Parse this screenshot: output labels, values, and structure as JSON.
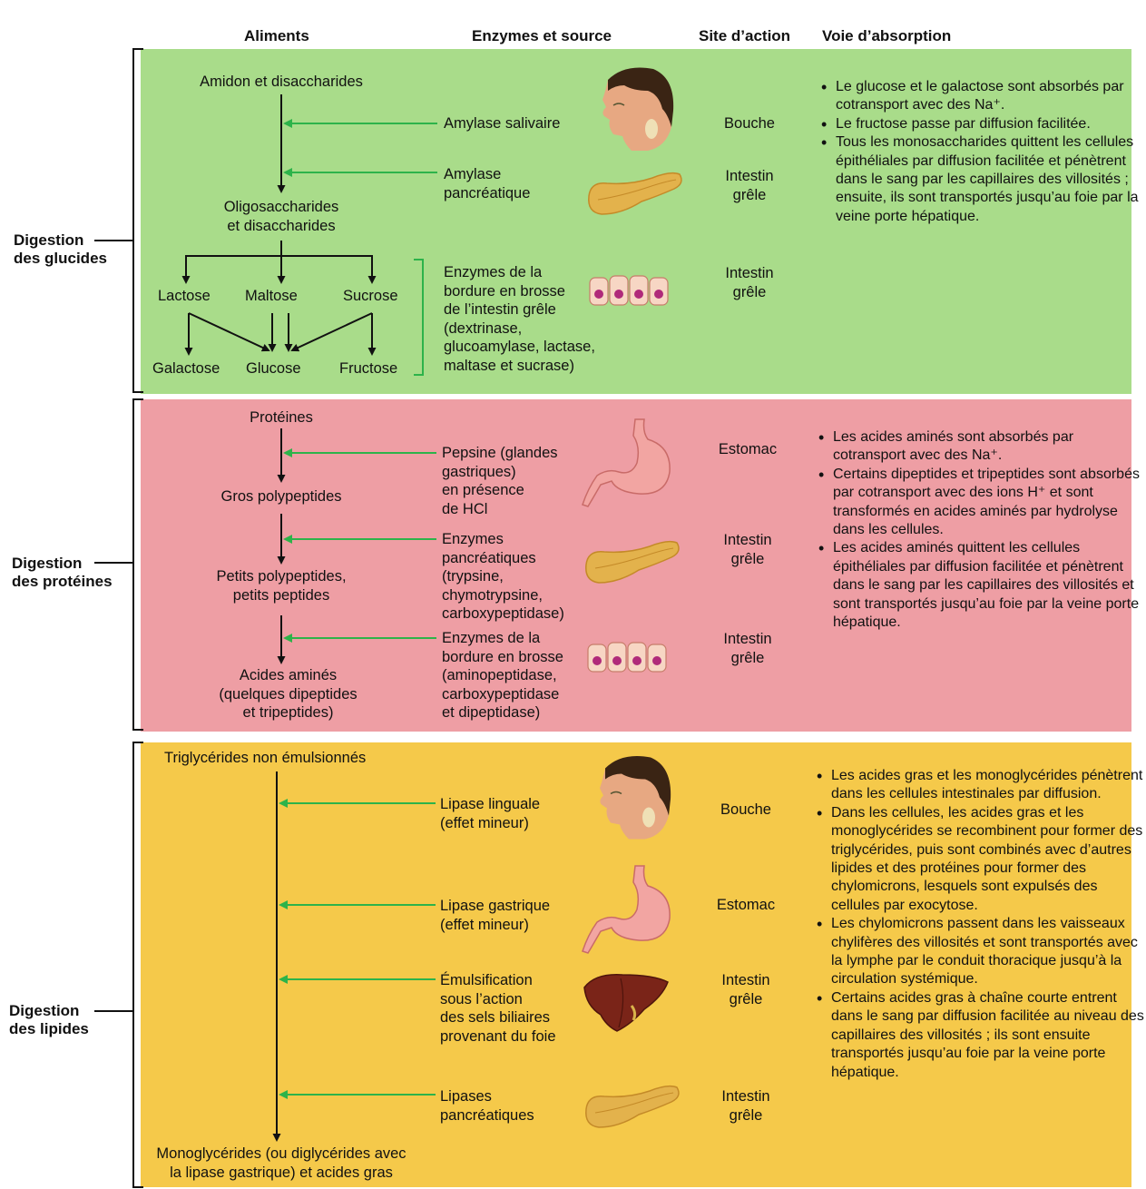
{
  "headers": {
    "aliments": "Aliments",
    "enzymes": "Enzymes et source",
    "site": "Site d’action",
    "voie": "Voie d’absorption"
  },
  "colors": {
    "glucides_bg": "#a9dc8a",
    "proteines_bg": "#ee9ea4",
    "lipides_bg": "#f5c94a",
    "arrow_green": "#2db34a"
  },
  "glucides": {
    "label": [
      "Digestion",
      "des glucides"
    ],
    "foods": {
      "amidon": "Amidon et disaccharides",
      "oligo": [
        "Oligosaccharides",
        "et disaccharides"
      ],
      "lactose": "Lactose",
      "maltose": "Maltose",
      "sucrose": "Sucrose",
      "galactose": "Galactose",
      "glucose": "Glucose",
      "fructose": "Fructose"
    },
    "enzymes": {
      "amylase_salivaire": "Amylase salivaire",
      "amylase_pancreatique": [
        "Amylase",
        "pancréatique"
      ],
      "bordure": [
        "Enzymes de la",
        "bordure en brosse",
        "de l’intestin grêle",
        "(dextrinase,",
        "glucoamylase, lactase,",
        "maltase et sucrase)"
      ]
    },
    "sites": {
      "bouche": "Bouche",
      "intestin1": [
        "Intestin",
        "grêle"
      ],
      "intestin2": [
        "Intestin",
        "grêle"
      ]
    },
    "icons": [
      "head-icon",
      "pancreas-icon",
      "brush-border-cells-icon"
    ],
    "absorption": [
      "Le glucose et le galactose sont absorbés par cotransport avec des Na⁺.",
      "Le fructose passe par diffusion facilitée.",
      "Tous les monosaccharides quittent les cellules épithéliales par diffusion facilitée et pénètrent dans le sang par les capillaires des villosités ; ensuite, ils sont transportés jusqu’au foie par la veine porte hépatique."
    ]
  },
  "proteines": {
    "label": [
      "Digestion",
      "des protéines"
    ],
    "foods": {
      "proteines": "Protéines",
      "gros": "Gros polypeptides",
      "petits": [
        "Petits polypeptides,",
        "petits peptides"
      ],
      "acides": [
        "Acides aminés",
        "(quelques dipeptides",
        "et tripeptides)"
      ]
    },
    "enzymes": {
      "pepsine": [
        "Pepsine (glandes",
        "gastriques)",
        "en présence",
        "de HCl"
      ],
      "pancreatiques": [
        "Enzymes",
        "pancréatiques",
        "(trypsine,",
        "chymotrypsine,",
        "carboxypeptidase)"
      ],
      "bordure": [
        "Enzymes de la",
        "bordure en brosse",
        "(aminopeptidase,",
        "carboxypeptidase",
        "et dipeptidase)"
      ]
    },
    "sites": {
      "estomac": "Estomac",
      "intestin1": [
        "Intestin",
        "grêle"
      ],
      "intestin2": [
        "Intestin",
        "grêle"
      ]
    },
    "icons": [
      "stomach-icon",
      "pancreas-icon",
      "brush-border-cells-icon"
    ],
    "absorption": [
      "Les acides aminés sont absorbés par cotransport avec des Na⁺.",
      "Certains dipeptides et tripeptides sont absorbés par cotransport avec des ions H⁺ et sont transformés en acides aminés par hydrolyse dans les cellules.",
      "Les acides aminés quittent les cellules épithéliales par diffusion facilitée et pénètrent dans le sang par les capillaires des villosités et sont transportés jusqu’au foie par la veine porte hépatique."
    ]
  },
  "lipides": {
    "label": [
      "Digestion",
      "des lipides"
    ],
    "foods": {
      "triglycerides": "Triglycérides non émulsionnés",
      "mono": [
        "Monoglycérides (ou diglycérides avec",
        "la lipase gastrique) et acides gras"
      ]
    },
    "enzymes": {
      "linguale": [
        "Lipase linguale",
        "(effet mineur)"
      ],
      "gastrique": [
        "Lipase gastrique",
        "(effet mineur)"
      ],
      "emulsification": [
        "Émulsification",
        "sous l’action",
        "des sels biliaires",
        "provenant du foie"
      ],
      "pancreatiques": [
        "Lipases",
        "pancréatiques"
      ]
    },
    "sites": {
      "bouche": "Bouche",
      "estomac": "Estomac",
      "intestin1": [
        "Intestin",
        "grêle"
      ],
      "intestin2": [
        "Intestin",
        "grêle"
      ]
    },
    "icons": [
      "head-icon",
      "stomach-icon",
      "liver-icon",
      "pancreas-icon"
    ],
    "absorption": [
      "Les acides gras et les monoglycérides pénètrent dans les cellules intestinales par diffusion.",
      "Dans les cellules, les acides gras et les monoglycérides se recombinent pour former des triglycérides, puis sont combinés avec d’autres lipides et des protéines pour former des chylomicrons, lesquels sont expulsés des cellules par exocytose.",
      "Les chylomicrons passent dans les vaisseaux chylifères des villosités et sont transportés avec la lymphe par le conduit thoracique jusqu’à la circulation systémique.",
      "Certains acides gras à chaîne courte entrent dans le sang par diffusion facilitée au niveau des capillaires des villosités ; ils sont ensuite transportés jusqu’au foie par la veine porte hépatique."
    ]
  }
}
